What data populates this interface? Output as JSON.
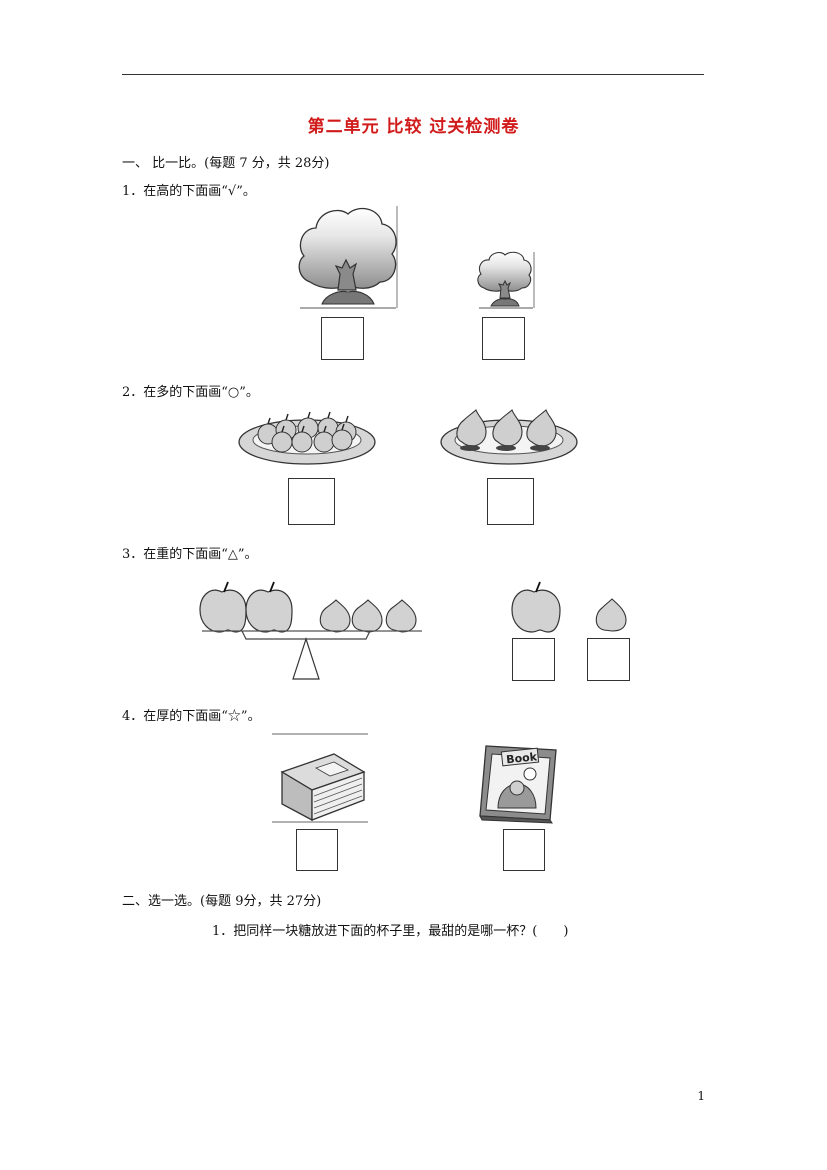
{
  "title": "第二单元 比较 过关检测卷",
  "section1": {
    "heading": "一、 比一比。(每题 7 分，共 28分)",
    "q1": "1．在高的下面画“√”。",
    "q2": "2．在多的下面画“○”。",
    "q3": "3．在重的下面画“△”。",
    "q4": "4．在厚的下面画“☆”。"
  },
  "section2": {
    "heading": "二、选一选。(每题 9分，共 27分)",
    "q1": "1．把同样一块糖放进下面的杯子里，最甜的是哪一杯？(　　)"
  },
  "book_cover_text": "Book",
  "page_number": "1"
}
